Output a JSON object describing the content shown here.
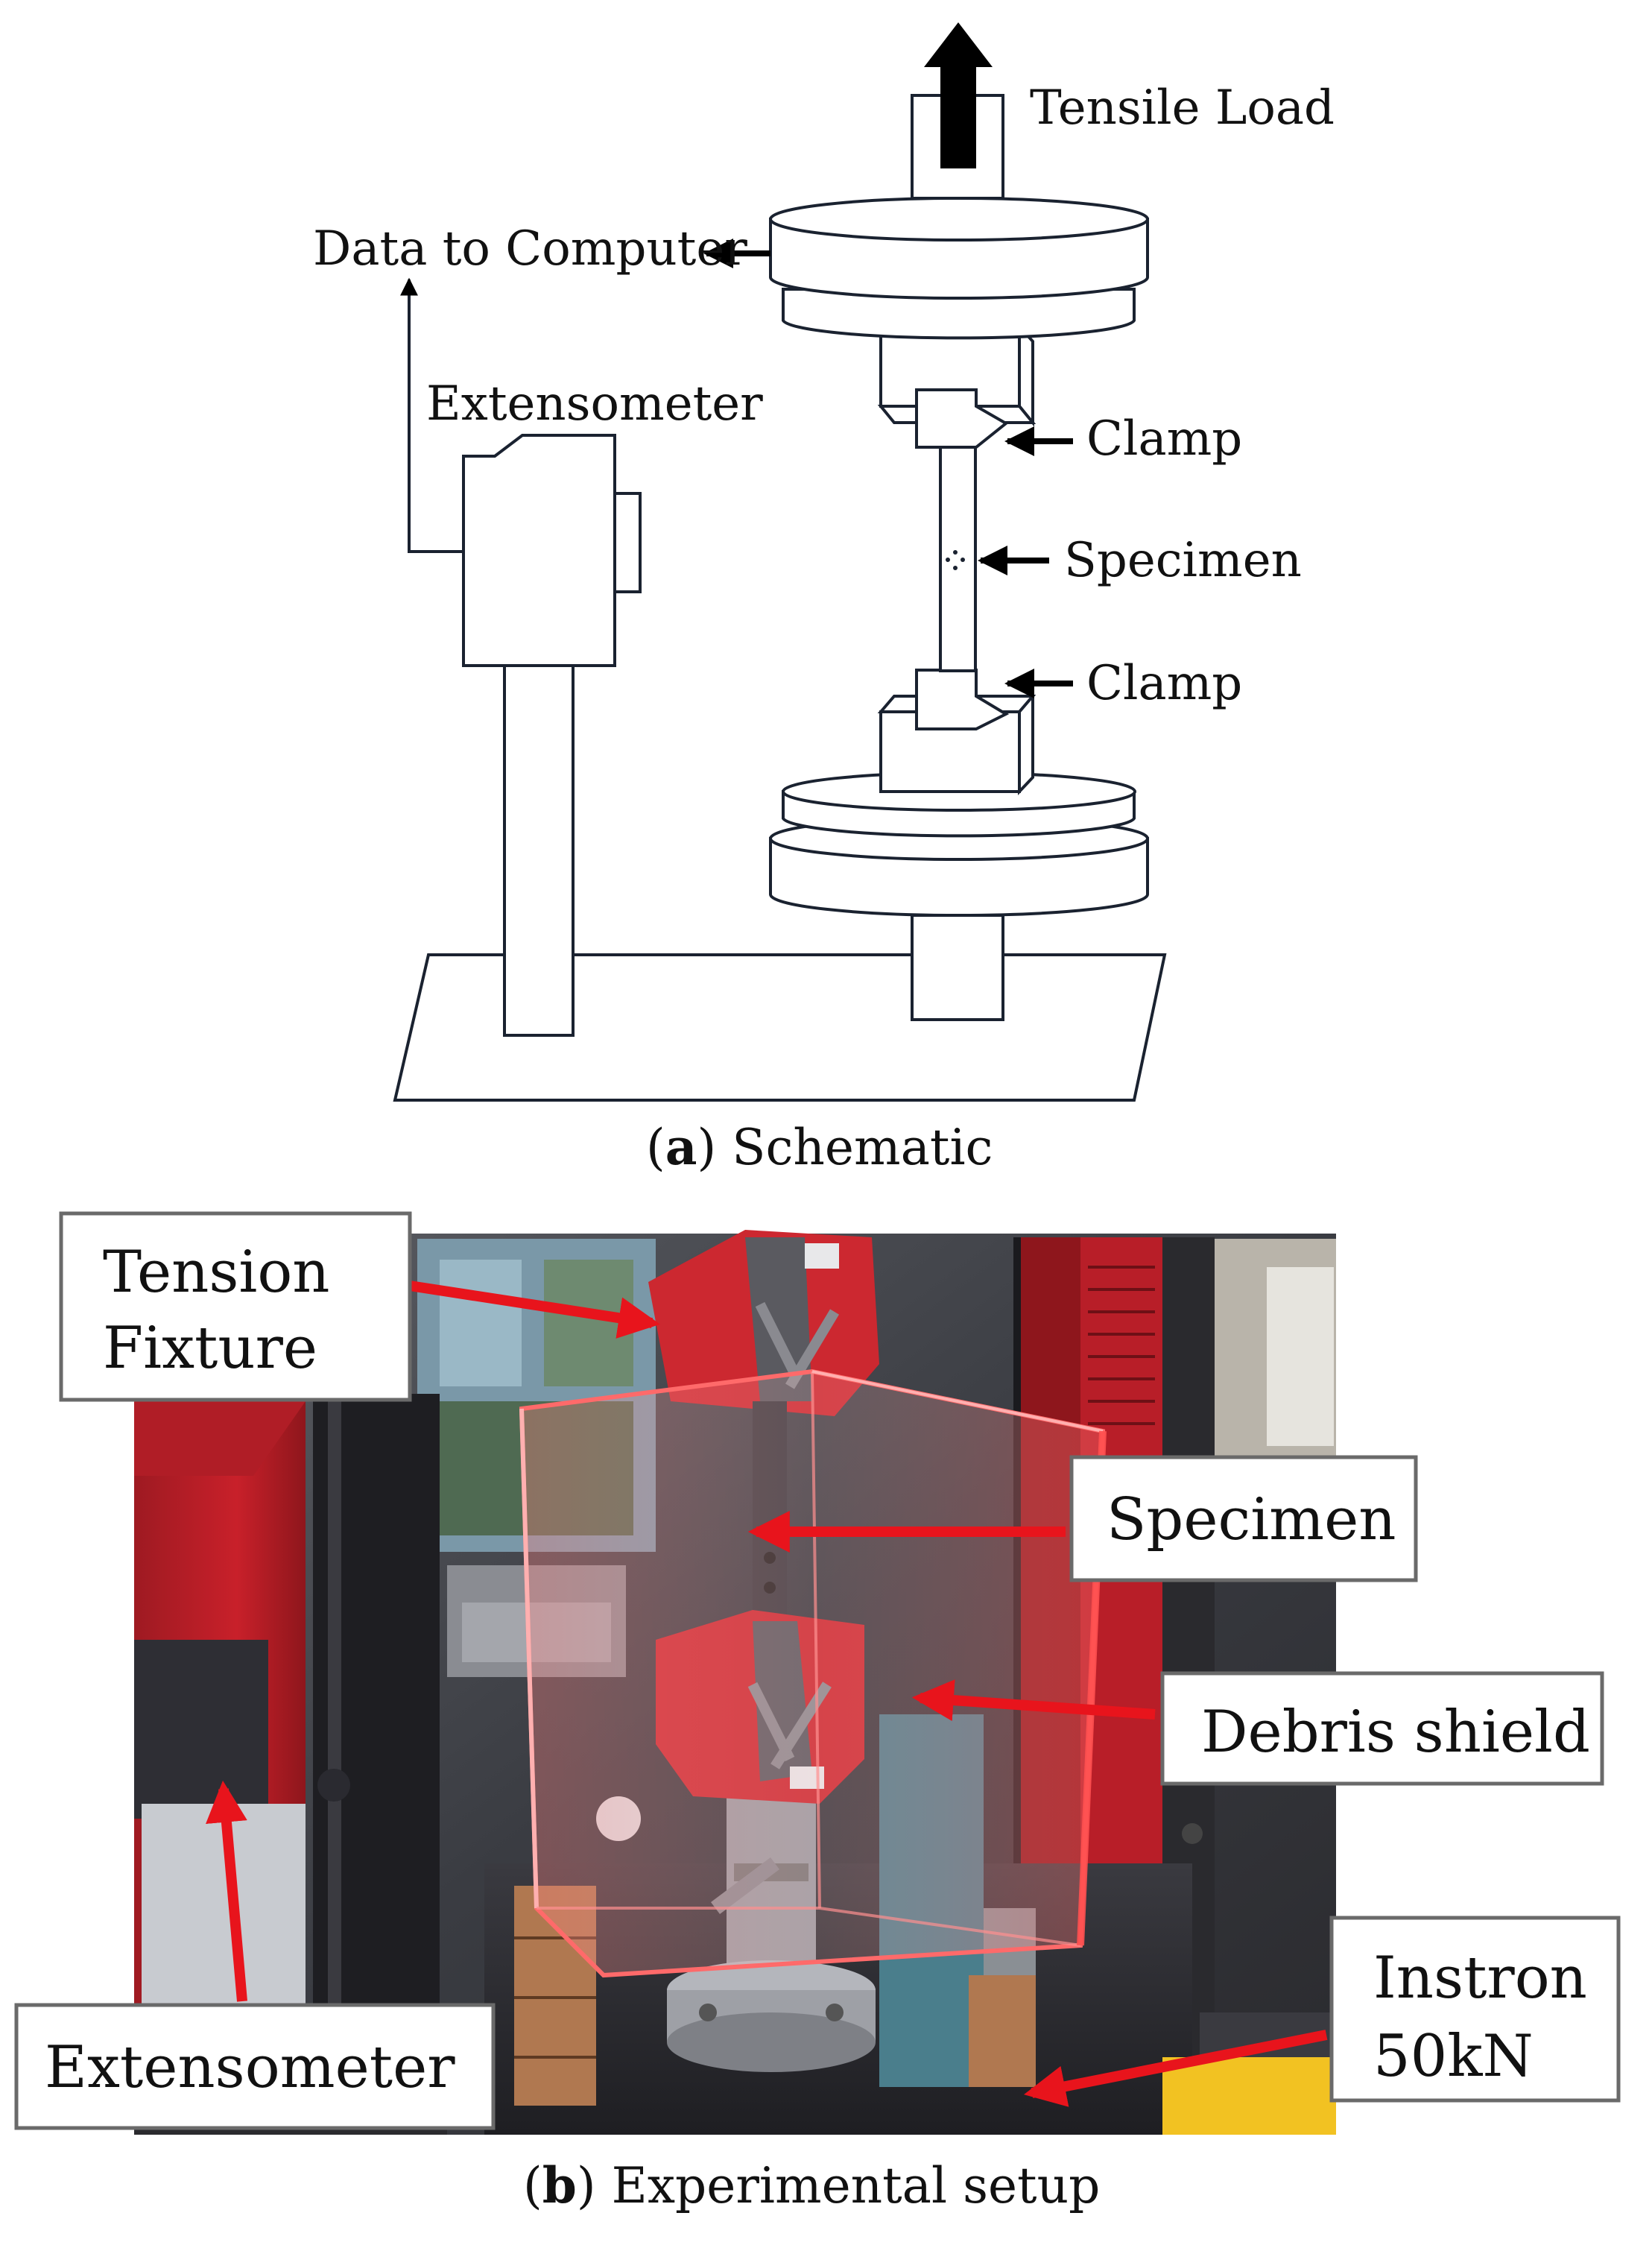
{
  "schematic": {
    "labels": {
      "tensile_load": "Tensile Load",
      "data_to_computer": "Data to Computer",
      "extensometer": "Extensometer",
      "clamp_top": "Clamp",
      "specimen": "Specimen",
      "clamp_bottom": "Clamp"
    },
    "caption": {
      "letter": "a",
      "text": "Schematic"
    }
  },
  "photo": {
    "callouts": {
      "tension_fixture_line1": "Tension",
      "tension_fixture_line2": "Fixture",
      "specimen": "Specimen",
      "debris_shield": "Debris shield",
      "extensometer": "Extensometer",
      "instron_line1": "Instron",
      "instron_line2": "50kN"
    },
    "caption": {
      "letter": "b",
      "text": "Experimental setup"
    },
    "colors": {
      "machine_red": "#c8202a",
      "arrow_red": "#e8141c",
      "shield_glow": "#ff5a5a"
    }
  }
}
